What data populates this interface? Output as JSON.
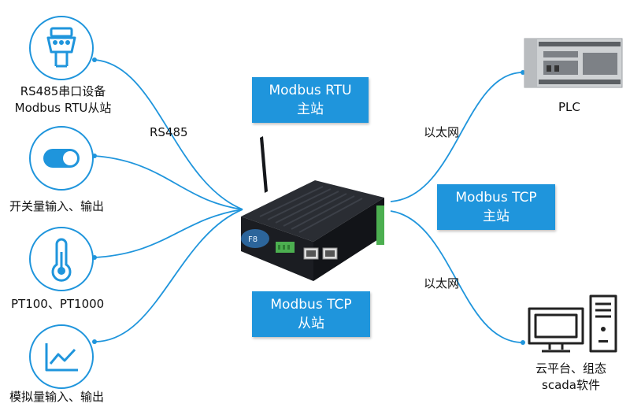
{
  "left_devices": [
    {
      "line1": "RS485串口设备",
      "line2": "Modbus RTU从站",
      "icon": "serial-connector-icon"
    },
    {
      "line1": "开关量输入、输出",
      "icon": "toggle-switch-icon"
    },
    {
      "line1": "PT100、PT1000",
      "icon": "thermometer-icon"
    },
    {
      "line1": "模拟量输入、输出",
      "icon": "analog-chart-icon"
    }
  ],
  "link_labels": {
    "rs485": "RS485",
    "ethernet_top": "以太网",
    "ethernet_bottom": "以太网"
  },
  "badges": {
    "rtu_master": {
      "line1": "Modbus RTU",
      "line2": "主站"
    },
    "tcp_master": {
      "line1": "Modbus TCP",
      "line2": "主站"
    },
    "tcp_slave": {
      "line1": "Modbus TCP",
      "line2": "从站"
    }
  },
  "right_devices": {
    "plc": {
      "label": "PLC",
      "icon": "plc-device-icon"
    },
    "cloud": {
      "line1": "云平台、组态",
      "line2": "scada软件",
      "icon": "computer-icon"
    }
  },
  "gateway": {
    "icon": "gateway-device-icon",
    "led": "F8"
  },
  "colors": {
    "accent": "#1f95dc",
    "device_body": "#1b1d22",
    "terminal": "#4caf50"
  }
}
